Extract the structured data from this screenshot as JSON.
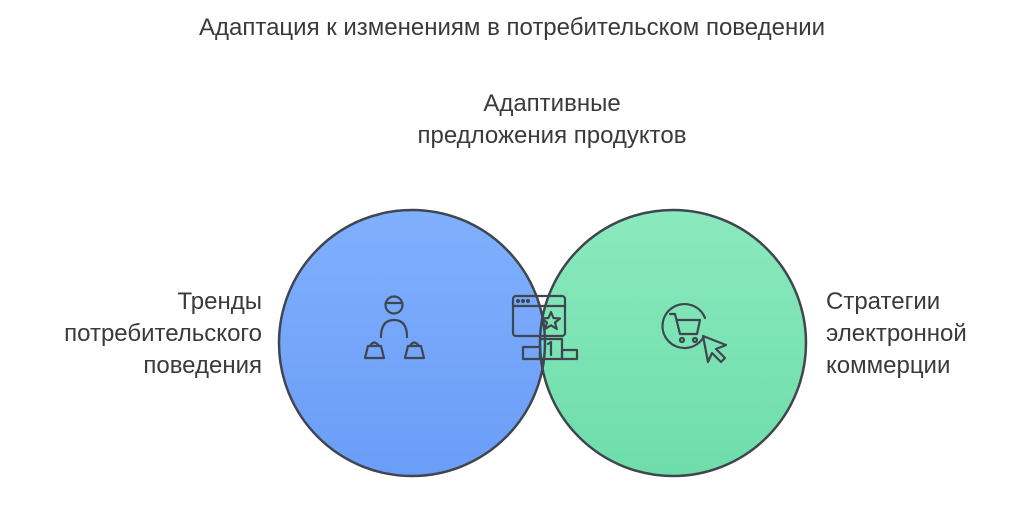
{
  "title": "Адаптация к изменениям в потребительском поведении",
  "labels": {
    "top": [
      "Адаптивные",
      "предложения продуктов"
    ],
    "left": [
      "Тренды",
      "потребительского",
      "поведения"
    ],
    "right": [
      "Стратегии",
      "электронной",
      "коммерции"
    ]
  },
  "icons": {
    "left": "shopper-with-bags-icon",
    "center": "product-ranking-window-icon",
    "right": "shopping-cart-click-icon"
  },
  "colors": {
    "left_circle": "#76A7FA",
    "right_circle": "#7FE3B5",
    "overlap": "#6FD5F8",
    "stroke": "#3f4650"
  }
}
